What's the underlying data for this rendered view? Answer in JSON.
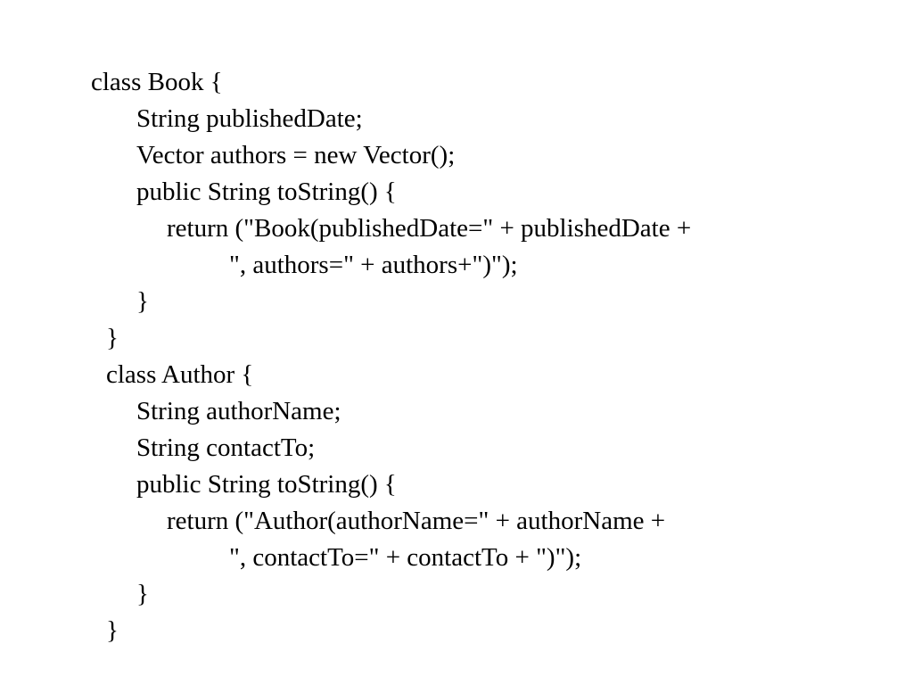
{
  "code": {
    "lines": [
      "class Book {",
      "String publishedDate;",
      "Vector authors = new Vector();",
      "public String toString() {",
      "return (\"Book(publishedDate=\" + publishedDate +",
      "\", authors=\" + authors+\")\");",
      "}",
      "}",
      "class Author {",
      "String authorName;",
      "String contactTo;",
      "public String toString() {",
      "return (\"Author(authorName=\" + authorName +",
      "\", contactTo=\" + contactTo + \")\");",
      "}",
      "}"
    ]
  }
}
